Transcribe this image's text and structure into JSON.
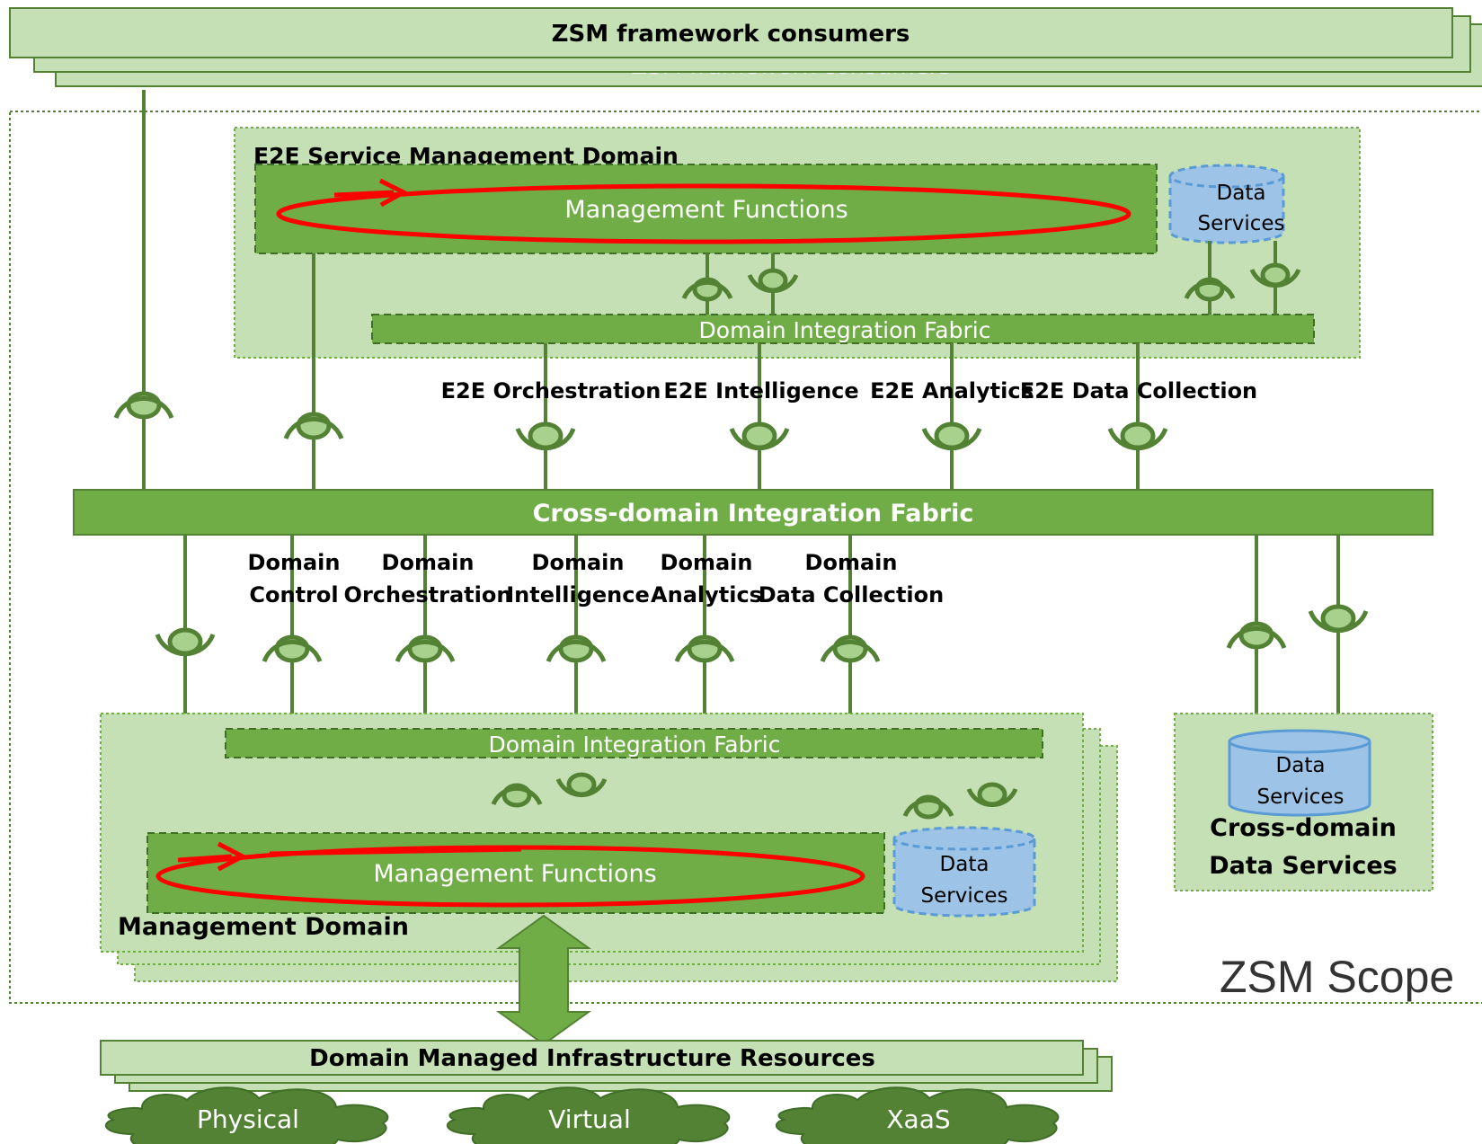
{
  "colors": {
    "light_green": "#c5e0b4",
    "mid_green": "#70ad47",
    "dark_green": "#548235",
    "dashed_outline": "#3f6e27",
    "loop_red": "#ff0000",
    "data_blue": "#9dc3e6",
    "data_blue_stroke": "#5b9bd5",
    "white": "#ffffff"
  },
  "consumers": {
    "title": "ZSM framework consumers",
    "ghost_title": "ZSM framework consumers"
  },
  "scope": {
    "label": "ZSM Scope"
  },
  "e2e_domain": {
    "title": "E2E Service Management Domain",
    "management_functions": "Management Functions",
    "data_services_line1": "Data",
    "data_services_line2": "Services",
    "integration_fabric": "Domain Integration Fabric"
  },
  "e2e_services": [
    {
      "label": "E2E Orchestration"
    },
    {
      "label": "E2E Intelligence"
    },
    {
      "label": "E2E Analytics"
    },
    {
      "label": "E2E Data Collection"
    }
  ],
  "cross_domain_fabric": {
    "label": "Cross-domain Integration Fabric"
  },
  "domain_services": [
    {
      "line1": "Domain",
      "line2": "Control"
    },
    {
      "line1": "Domain",
      "line2": "Orchestration"
    },
    {
      "line1": "Domain",
      "line2": "Intelligence"
    },
    {
      "line1": "Domain",
      "line2": "Analytics"
    },
    {
      "line1": "Domain",
      "line2": "Data Collection"
    }
  ],
  "management_domain": {
    "title": "Management Domain",
    "management_functions": "Management Functions",
    "data_services_line1": "Data",
    "data_services_line2": "Services",
    "integration_fabric": "Domain Integration Fabric"
  },
  "cross_domain_data": {
    "data_services_line1": "Data",
    "data_services_line2": "Services",
    "title_line1": "Cross-domain",
    "title_line2": "Data Services"
  },
  "infrastructure": {
    "title": "Domain Managed Infrastructure Resources",
    "resources": [
      "Physical",
      "Virtual",
      "XaaS"
    ]
  }
}
